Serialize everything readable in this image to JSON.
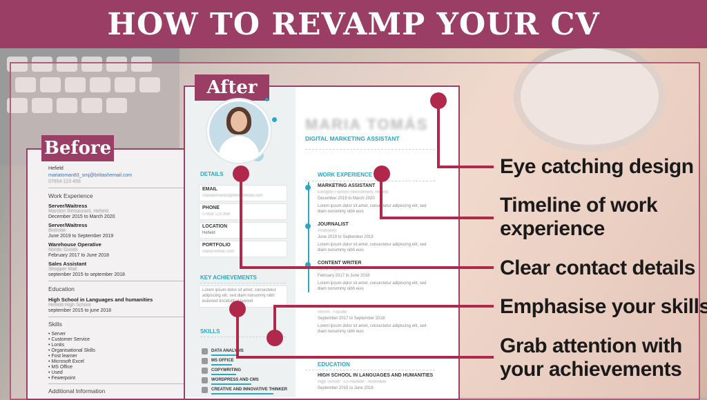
{
  "header": {
    "title": "HOW TO REVAMP YOUR CV"
  },
  "before": {
    "tag": "Before",
    "location": "Hefield",
    "email": "mariatoman83_smj@britiashemail.com",
    "phone": "07654 123 456",
    "sections": {
      "work": "Work Experience",
      "education": "Education",
      "skills": "Skills",
      "additional": "Additional Information"
    },
    "jobs": [
      {
        "title": "Server/Waitress",
        "place": "Marston Restaurant, Hefield",
        "dates": "December 2015 to March 2020"
      },
      {
        "title": "Server/Waitress",
        "place": "Bistrotie",
        "dates": "June 2019 to September 2019"
      },
      {
        "title": "Warehouse Operative",
        "place": "Nordic Goods",
        "dates": "February 2017 to June 2018"
      },
      {
        "title": "Sales Assistant",
        "place": "Shopper Mall",
        "dates": "september 2015 to september 2018"
      }
    ],
    "education": {
      "school": "High School in Languages and humanities",
      "place": "Hefield High School",
      "dates": "september 2015 to june 2018"
    },
    "skills": [
      "Server",
      "Customer Service",
      "Lontis",
      "Organisational Skills",
      "Fost learner",
      "Microsoft Excel",
      "MS Office",
      "Used",
      "Fewerpoint"
    ]
  },
  "after": {
    "tag": "After",
    "name": "MARIA TOMÁS",
    "role": "DIGITAL MARKETING ASSISTANT",
    "details_heading": "DETAILS",
    "details": [
      {
        "label": "EMAIL",
        "value": "mariatoman83@britishemail.com"
      },
      {
        "label": "PHONE",
        "value": "07654 123 456"
      },
      {
        "label": "LOCATION",
        "value": "Hefield"
      },
      {
        "label": "PORTFOLIO",
        "value": "maria-tomas.com"
      }
    ],
    "achievements_heading": "KEY ACHIEVEMENTS",
    "achievements_text_1": "Lorem ipsum dolor sit amet, consectetur",
    "achievements_text_2": "adipiscing elit, sed diam nonummy nibh",
    "achievements_text_3": "euismod tincidunt ut laoreet",
    "skills_heading": "SKILLS",
    "skills": [
      "DATA ANALYSIS",
      "MS OFFICE",
      "COPYWRITING",
      "WORDPRESS AND CMS",
      "CREATIVE AND INNOVATIVE THINKER"
    ],
    "work_heading": "WORK EXPERIENCE",
    "jobs": [
      {
        "title": "MARKETING ASSISTANT",
        "place": "Ellington Fashion Recruitment, Hefield",
        "dates": "December 2015 to March 2020",
        "desc1": "Lorem ipsum dolor sit amet, consectetur adipiscing elit, sed",
        "desc2": "diam nonummy nibh euis"
      },
      {
        "title": "JOURNALIST",
        "place": "Probrainfo",
        "dates": "June 2019 to September 2019",
        "desc1": "Lorem ipsum dolor sit amet, consectetur adipiscing elit, sed",
        "desc2": "diam nonummy nibh euis"
      },
      {
        "title": "CONTENT WRITER",
        "place": "Home Publishers",
        "dates": "February 2017 to June 2018",
        "desc1": "Lorem ipsum dolor sit amet, consectetur adipiscing elit, sed",
        "desc2": "diam nonummy nibh euis"
      },
      {
        "title": "",
        "place": "HR/PA - Fasufkr",
        "dates": "September 2017 to September 2018",
        "desc1": "Lorem ipsum dolor sit amet, consectetur adipiscing elit, sed",
        "desc2": "diam nonummy nibh euis"
      }
    ],
    "education_heading": "EDUCATION",
    "education": {
      "school": "HIGH SCHOOL IN LANGUAGES AND HUMANITIES",
      "place": "High School - Ex-Harfield - Anomable",
      "dates": "September 2015 to June 2018"
    }
  },
  "callouts": [
    "Eye catching design",
    "Timeline of work",
    "experience",
    "Clear contact details",
    "Emphasise your skills",
    "Grab attention with",
    "your achievements"
  ],
  "colors": {
    "accent": "#9b3e66",
    "pin": "#b0294d",
    "teal": "#2aa7c2"
  }
}
